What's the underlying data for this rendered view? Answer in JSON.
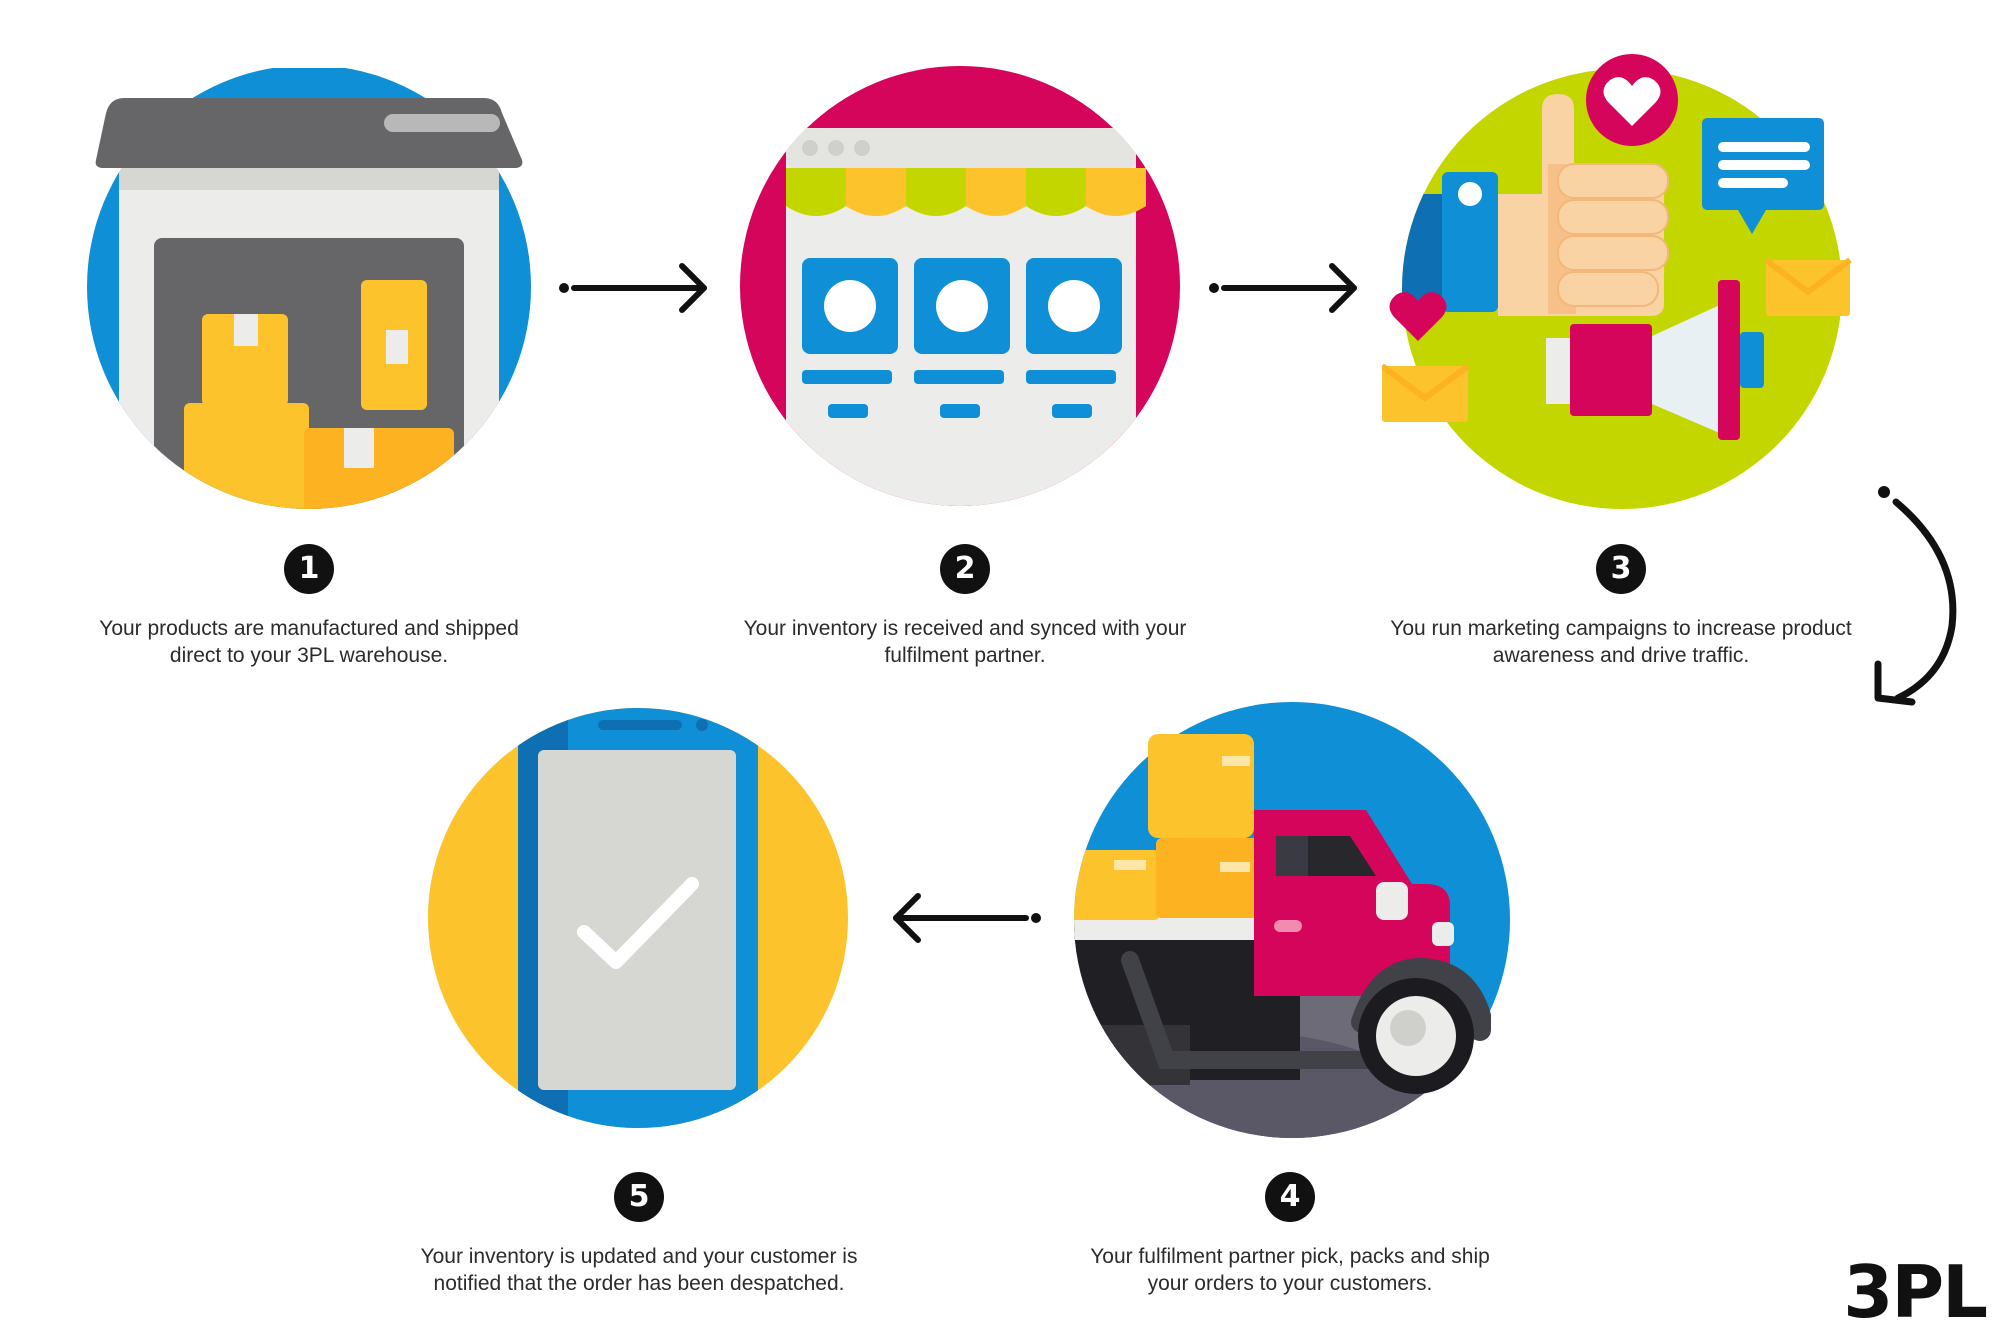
{
  "colors": {
    "blue": "#0f8fd6",
    "magenta": "#d4055a",
    "lime": "#c4d600",
    "yellow": "#fcc32c",
    "badge": "#111111"
  },
  "steps": [
    {
      "number": "1",
      "caption": "Your products are manufactured and shipped\ndirect to your 3PL warehouse.",
      "icon": "warehouse-icon"
    },
    {
      "number": "2",
      "caption": "Your inventory is received and synced with your\nfulfilment partner.",
      "icon": "online-store-icon"
    },
    {
      "number": "3",
      "caption": "You run marketing campaigns to increase product\nawareness and drive traffic.",
      "icon": "marketing-icon"
    },
    {
      "number": "4",
      "caption": "Your fulfilment partner pick, packs and ship\nyour orders to your customers.",
      "icon": "delivery-truck-icon"
    },
    {
      "number": "5",
      "caption": "Your inventory is updated and your customer is\nnotified that the order has been despatched.",
      "icon": "phone-check-icon"
    }
  ],
  "logo": "3PL"
}
